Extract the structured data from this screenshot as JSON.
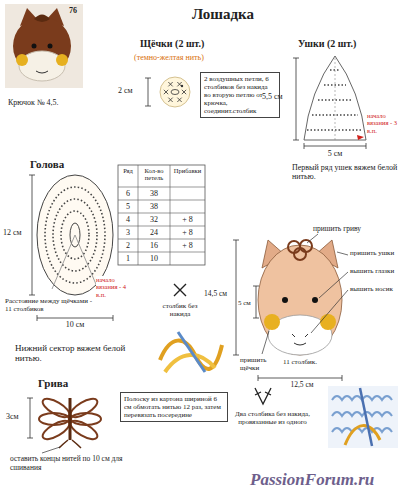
{
  "diagram": {
    "title": "Лошадка",
    "nodes": [
      {
        "text": [
          "2 воздушных петли, 6 столбиков без накида во вторую петлю от крючка, соединит.столбик"
        ]
      },
      {
        "text": [
          "Полоску из картона шириной 6 см обмотать нитью 12 раз, затем перевязать посередине"
        ]
      }
    ],
    "labels": [
      "76",
      "Крючок № 4,5.",
      "Щёчки (2 шт.)",
      "(темно-желтая нить)",
      "2 см",
      "Ушки (2 шт.)",
      "5,5 см",
      "начало вязания - 3 в.п.",
      "5 см",
      "Первый ряд ушек вяжем белой нитью.",
      "Голова",
      "12 см",
      "Расстояние между щёчками - 11 столбиков",
      "начало вязания - 4 в.п.",
      "10 см",
      "Нижний сектор вяжем белой нитью.",
      "Ряд",
      "Кол-во петель",
      "Прибавки",
      "6",
      "38",
      "5",
      "38",
      "4",
      "32",
      "+ 8",
      "3",
      "24",
      "+ 8",
      "2",
      "16",
      "+ 8",
      "1",
      "10",
      "столбик без накида",
      "пришить гриву",
      "пришить ушки",
      "вышить глазки",
      "вышить носик",
      "14,5 см",
      "5 см",
      "пришить щёчки",
      "11 столбик.",
      "12,5 см",
      "Грива",
      "3см",
      "оставить концы нитей по 10 см для сшивания",
      "Два столбика без накида, провязанные из одного",
      "PassionForum.ru"
    ]
  }
}
